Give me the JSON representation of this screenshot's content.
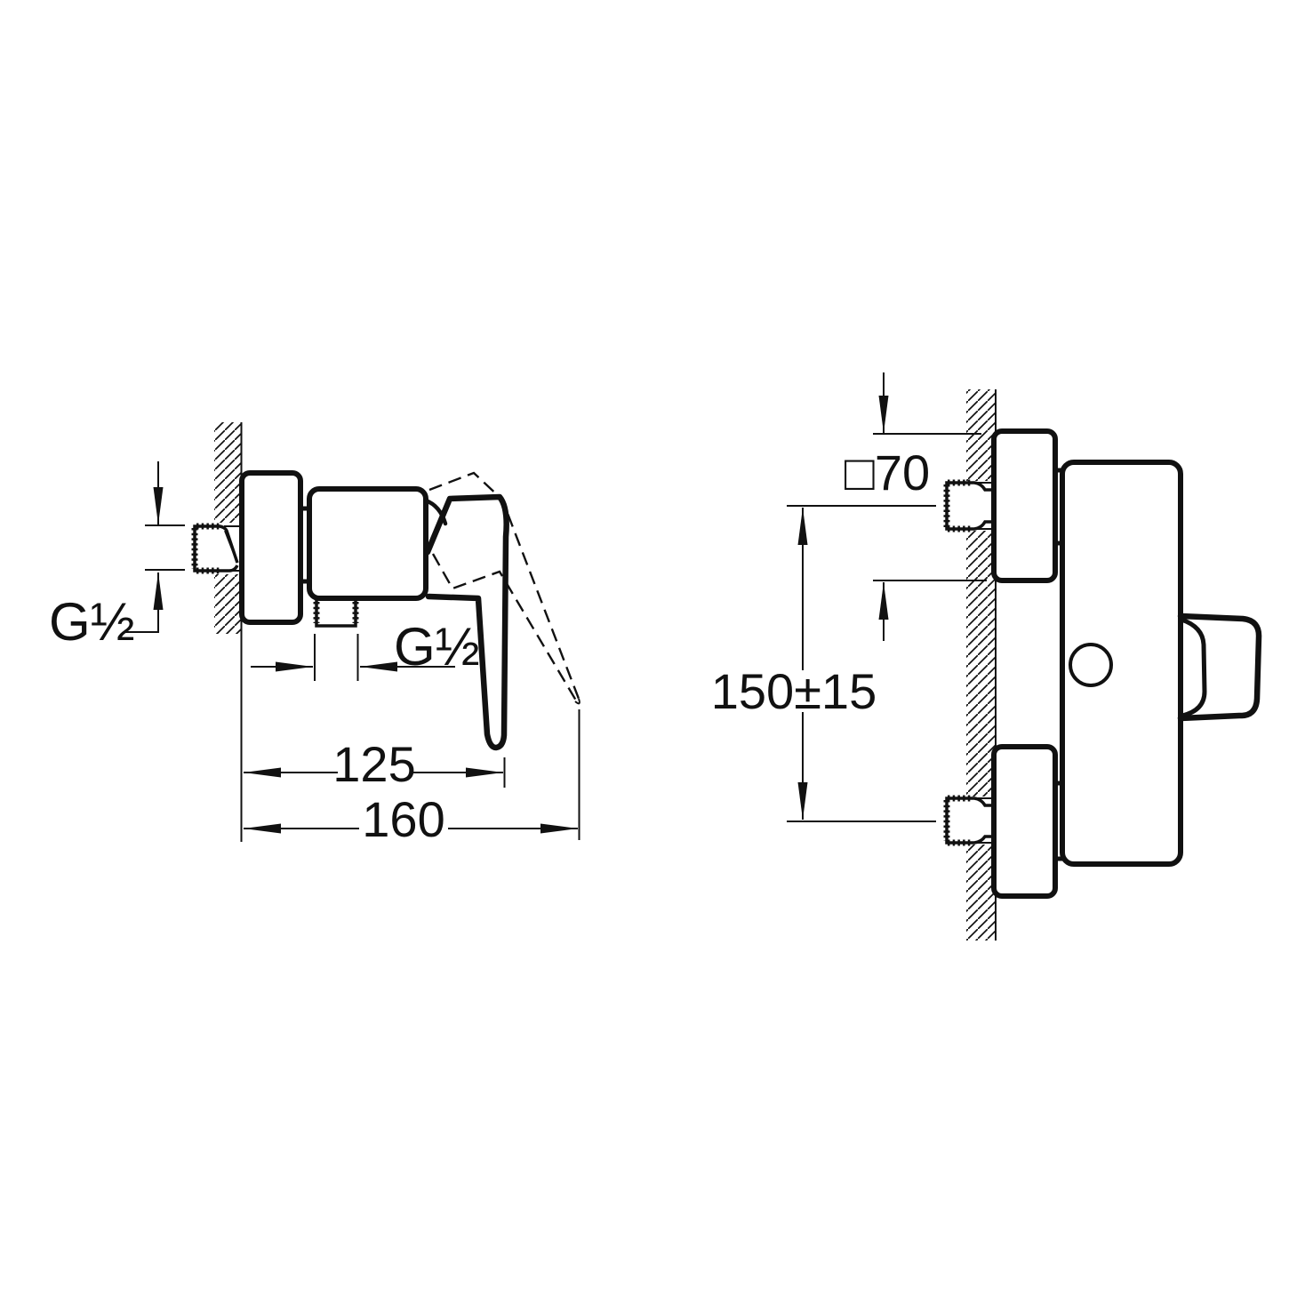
{
  "page": {
    "background": "#ffffff",
    "line_color": "#111111",
    "description": "Technical dimension drawing of a wall-mounted single-lever shower mixer, side view and front view"
  },
  "labels": {
    "side_view": {
      "inlet_thread": "G½",
      "outlet_thread": "G½",
      "dim_depth_to_handle": "125",
      "dim_total_depth": "160"
    },
    "front_view": {
      "escutcheon_size": "□70",
      "dim_pipe_spacing": "150±15"
    }
  }
}
